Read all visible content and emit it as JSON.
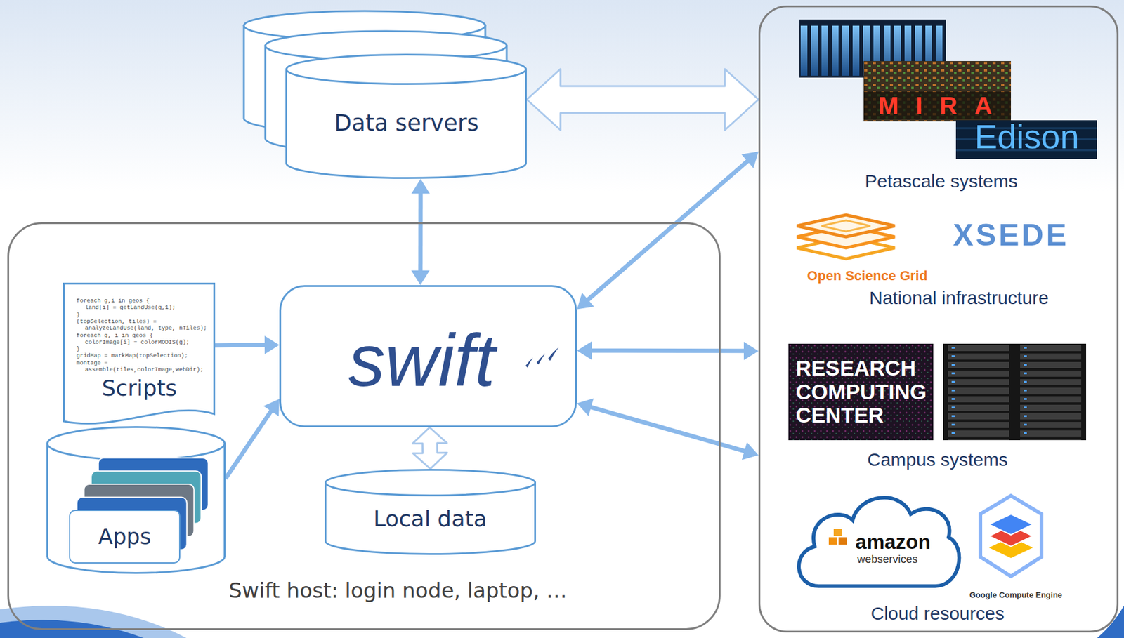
{
  "diagram": {
    "nodes": [
      {
        "text": [
          "Data servers"
        ]
      },
      {
        "text": [
          "Swift host: login node, laptop, …"
        ]
      },
      {
        "text": [
          "foreach g,i in geos {",
          "land[i] = getLandUse(g,1);",
          "}",
          "(topSelection, tiles) =",
          "analyzeLandUse(land, type, nTiles);",
          "foreach g, i in geos {",
          "colorImage[i] = colorMODIS(g);",
          "}",
          "gridMap = markMap(topSelection);",
          "montage =",
          "assemble(tiles,colorImage,webDir);",
          "Scripts"
        ],
        "in": 1
      },
      {
        "text": [
          "swift"
        ],
        "in": 1
      },
      {
        "text": [
          "Apps"
        ],
        "in": 1
      },
      {
        "text": [
          "Local data"
        ],
        "in": 1
      },
      {
        "text": []
      },
      {
        "text": [
          "MIRA",
          "Edison",
          "Petascale systems"
        ],
        "in": 6
      },
      {
        "text": [
          "Open Science Grid",
          "XSEDE",
          "National infrastructure"
        ],
        "in": 6
      },
      {
        "text": [
          "RESEARCH COMPUTING CENTER",
          "Campus systems"
        ],
        "in": 6
      },
      {
        "text": [
          "amazon",
          "webservices",
          "Google Compute Engine",
          "Cloud resources"
        ],
        "in": 6
      }
    ],
    "edges": [
      {
        "from": 0,
        "to": 6,
        "arrow": "both"
      },
      {
        "from": 0,
        "to": 3,
        "arrow": "both"
      },
      {
        "from": 2,
        "to": 3,
        "arrow": "to"
      },
      {
        "from": 4,
        "to": 3,
        "arrow": "to"
      },
      {
        "from": 3,
        "to": 5,
        "arrow": "both"
      },
      {
        "from": 3,
        "to": 6,
        "arrow": "both"
      },
      {
        "from": 3,
        "to": 6,
        "arrow": "both"
      },
      {
        "from": 3,
        "to": 6,
        "arrow": "both"
      }
    ]
  }
}
